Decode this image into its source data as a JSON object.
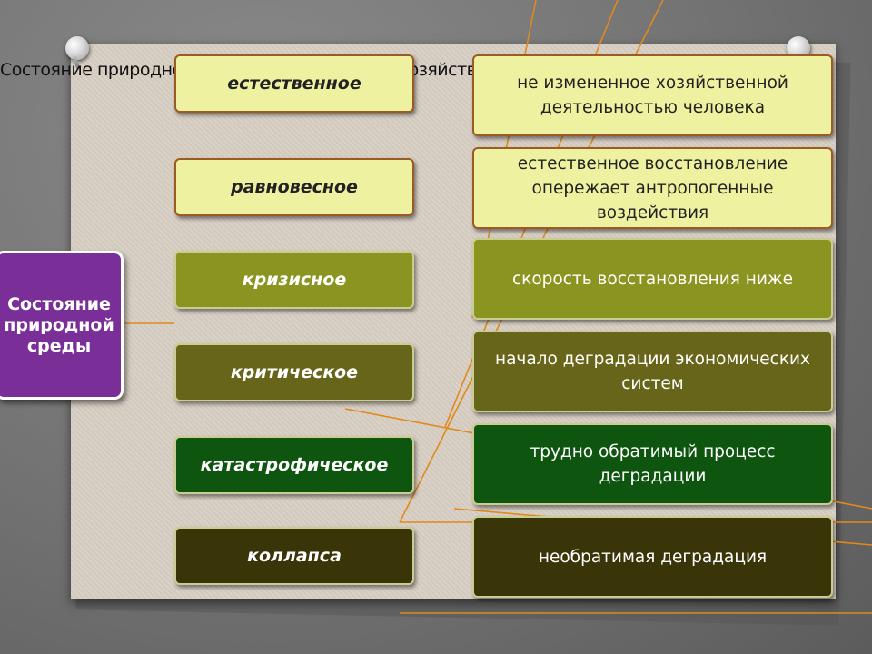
{
  "root": {
    "label": "Состояние природной среды"
  },
  "overlay_text": "Состояние природной среды, не измененное хозяйственной деятельностью человека",
  "states": [
    {
      "name": "естественное",
      "description": "не измененное хозяйственной деятельностью человека",
      "color": "#eef2a0"
    },
    {
      "name": "равновесное",
      "description": "естественное восстановление опережает антропогенные воздействия",
      "color": "#eef2a0"
    },
    {
      "name": "кризисное",
      "description": "скорость восстановления ниже",
      "color": "#8a9420"
    },
    {
      "name": "критическое",
      "description": "начало деградации экономических систем",
      "color": "#66651a"
    },
    {
      "name": "катастрофическое",
      "description": "трудно обратимый процесс деградации",
      "color": "#0e5510"
    },
    {
      "name": "коллапса",
      "description": "необратимая деградация",
      "color": "#3a3409"
    }
  ],
  "colors": {
    "root": "#7a2f98",
    "connector": "#e08a1c"
  }
}
